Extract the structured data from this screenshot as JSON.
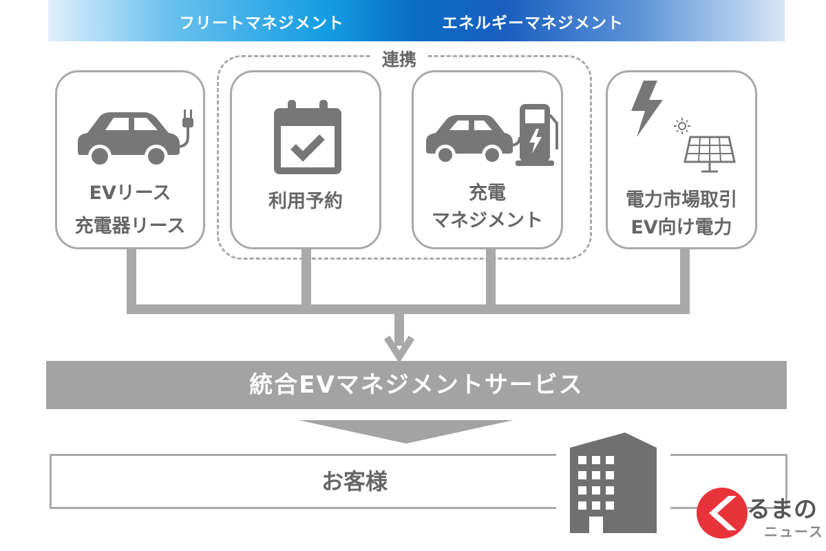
{
  "banner": {
    "left_label": "フリートマネジメント",
    "right_label": "エネルギーマネジメント"
  },
  "group": {
    "label": "連携"
  },
  "cards": [
    {
      "id": "ev-lease",
      "icon": "ev-plug-car-icon",
      "lines": [
        "EVリース",
        "充電器リース"
      ]
    },
    {
      "id": "reservation",
      "icon": "calendar-check-icon",
      "lines": [
        "利用予約"
      ]
    },
    {
      "id": "charging",
      "icon": "ev-charging-station-icon",
      "lines": [
        "充電",
        "マネジメント"
      ]
    },
    {
      "id": "power",
      "icon": "lightning-solar-panel-icon",
      "lines": [
        "電力市場取引",
        "EV向け電力"
      ]
    }
  ],
  "service": {
    "label": "統合EVマネジメントサービス"
  },
  "customer": {
    "label": "お客様",
    "icon": "office-building-icon"
  },
  "brand": {
    "name": "くるまのニュース",
    "main": "るまの",
    "sub": "ニュース"
  },
  "colors": {
    "gray_line": "#a9a9a9",
    "gray_icon": "#777777",
    "gray_text": "#666666",
    "brand_red": "#e8333a",
    "banner_blue": "#0a6cc4"
  }
}
